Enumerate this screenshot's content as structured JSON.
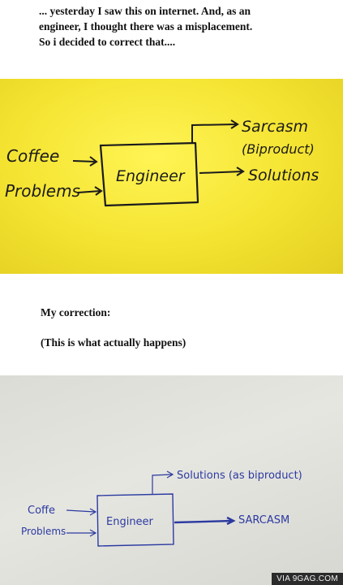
{
  "intro": {
    "line1": "... yesterday I saw this on internet. And, as an",
    "line2": "engineer,  I thought there was a misplacement.",
    "line3": "So i decided to correct that...."
  },
  "original_diagram": {
    "inputs": [
      "Coffee",
      "Problems"
    ],
    "box": "Engineer",
    "output_top": "Sarcasm",
    "output_top_note": "(Biproduct)",
    "output_right": "Solutions",
    "background": "#f4e330"
  },
  "correction_heading": "My correction:",
  "correction_subheading": "(This is what actually happens)",
  "corrected_diagram": {
    "inputs": [
      "Coffe",
      "Problems"
    ],
    "box": "Engineer",
    "output_top": "Solutions (as biproduct)",
    "output_right": "SARCASM",
    "ink_color": "#2c3aa0"
  },
  "watermark": "VIA 9GAG.COM"
}
